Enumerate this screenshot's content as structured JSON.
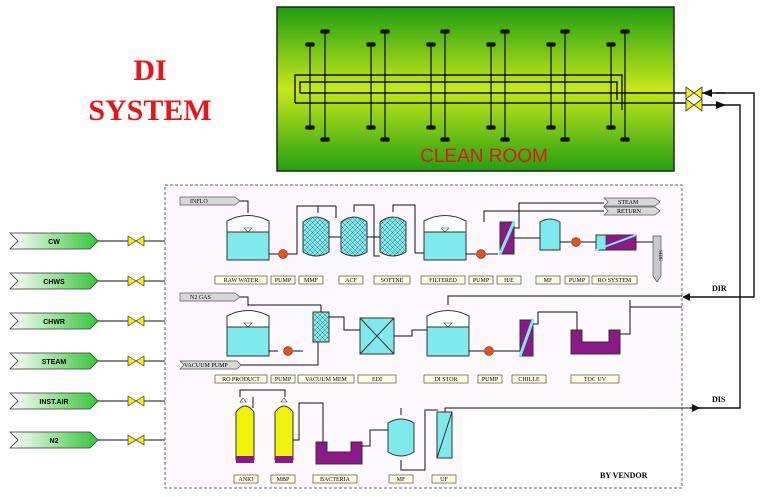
{
  "title": {
    "line1": "DI",
    "line2": "SYSTEM"
  },
  "clean_room": {
    "label": "CLEAN ROOM"
  },
  "utilities": [
    "CW",
    "CHWS",
    "CHWR",
    "STEAM",
    "INST.AIR",
    "N2"
  ],
  "feeds": {
    "inflo": "INFLO",
    "n2_gas": "N2 GAS",
    "vacuum_pump": "VACUUM PUMP",
    "steam": "STEAM",
    "return": "RETURN",
    "side_tag": "SIDE"
  },
  "row1_labels": [
    "RAW WATER",
    "PUMP",
    "MMF",
    "ACF",
    "SOFTNE",
    "FILTERED",
    "PUMP",
    "H/E",
    "MF",
    "PUMP",
    "RO SYSTEM"
  ],
  "row2_labels": [
    "RO PRODUCT",
    "PUMP",
    "VACUUM MEM",
    "EDI",
    "DI STOR",
    "PUMP",
    "CHILLE",
    "TOC UV"
  ],
  "row3_labels": [
    "ANIO",
    "MBP",
    "BACTERIA",
    "MF",
    "UF"
  ],
  "loop": {
    "return_label": "DIR",
    "supply_label": "DIS"
  },
  "vendor_note": "BY VENDOR",
  "colors": {
    "title_red": "#e8141a",
    "tank_fill": "#7fe9ee",
    "purple": "#8b1a88",
    "yellow": "#f1f20b",
    "green_dark": "#1d9d12",
    "green_light": "#d8ec20",
    "pump": "#e8521b"
  }
}
